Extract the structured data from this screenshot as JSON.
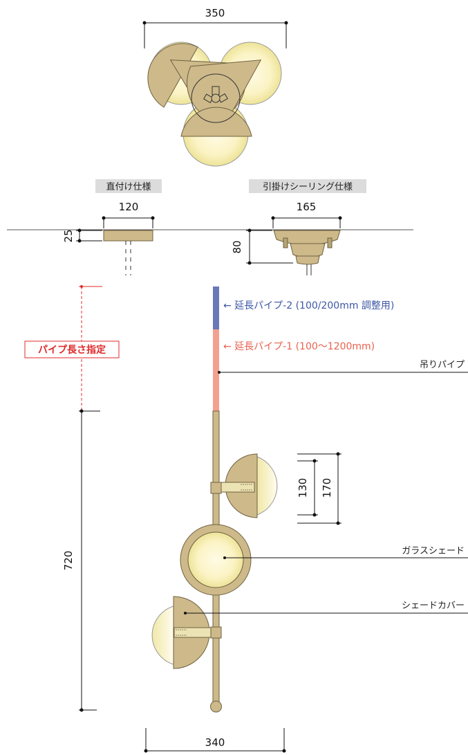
{
  "colors": {
    "brass": "#cdb98a",
    "brass_dark": "#8a7a4e",
    "glass_center": "#fffbe6",
    "glass_edge": "#e9df8c",
    "pipe_ext2": "#6b78b8",
    "pipe_ext1": "#f4a090",
    "text_blue": "#3d57a6",
    "text_red": "#e8614f",
    "highlight_red": "#e0292b"
  },
  "top_view": {
    "width_label": "350"
  },
  "specs": {
    "direct": {
      "label": "直付け仕様",
      "width": "120",
      "height": "25"
    },
    "hook": {
      "label": "引掛けシーリング仕様",
      "width": "165",
      "height": "80"
    }
  },
  "pipe": {
    "ext2_label": "← 延長パイプ-2 (100/200mm 調整用)",
    "ext1_label": "← 延長パイプ-1 (100～1200mm)",
    "hanging_pipe": "吊りパイプ",
    "length_spec": "パイプ長さ指定"
  },
  "dimensions": {
    "body_height": "720",
    "bottom_width": "340",
    "shade_cover_height": "130",
    "shade_height": "170"
  },
  "parts": {
    "glass_shade": "ガラスシェード",
    "shade_cover": "シェードカバー"
  }
}
